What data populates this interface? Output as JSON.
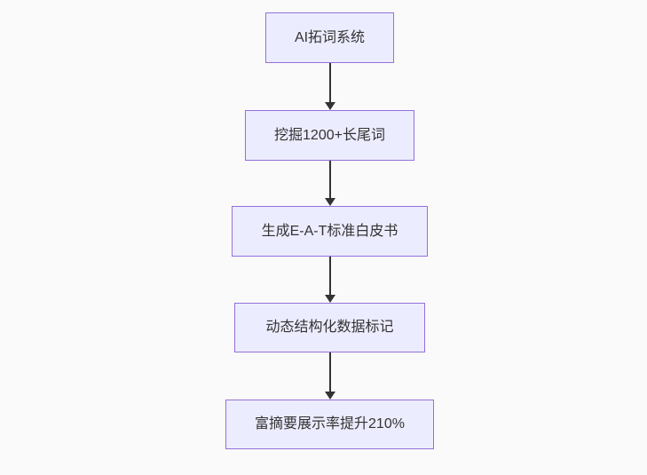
{
  "diagram": {
    "type": "flowchart",
    "direction": "top-down",
    "nodes": [
      {
        "id": "n1",
        "label": "AI拓词系统"
      },
      {
        "id": "n2",
        "label": "挖掘1200+长尾词"
      },
      {
        "id": "n3",
        "label": "生成E-A-T标准白皮书"
      },
      {
        "id": "n4",
        "label": "动态结构化数据标记"
      },
      {
        "id": "n5",
        "label": "富摘要展示率提升210%"
      }
    ],
    "edges": [
      {
        "from": "n1",
        "to": "n2",
        "arrowhead": "triangle-down"
      },
      {
        "from": "n2",
        "to": "n3",
        "arrowhead": "triangle-down"
      },
      {
        "from": "n3",
        "to": "n4",
        "arrowhead": "triangle-down"
      },
      {
        "from": "n4",
        "to": "n5",
        "arrowhead": "triangle-down"
      }
    ],
    "colors": {
      "background": "#fafafa",
      "node_fill": "#ECECFF",
      "node_border": "#9370DB",
      "text": "#333333",
      "arrow": "#333333"
    }
  }
}
